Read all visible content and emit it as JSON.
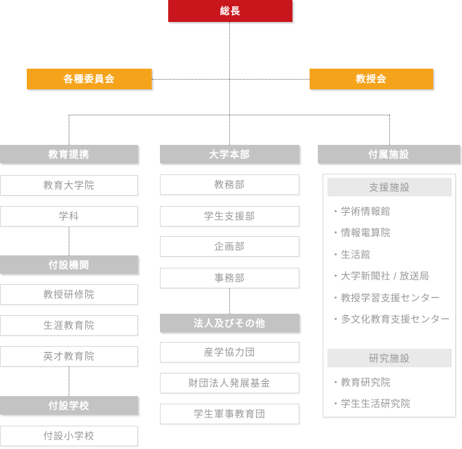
{
  "colors": {
    "root_red": "#c9161d",
    "level2_orange": "#f6a31c",
    "header_gray": "#c3c3c3",
    "subheader_gray": "#e9e9e9",
    "box_border": "#d8d8d8",
    "text_gray": "#979797",
    "connector_dot": "#5a5a5a"
  },
  "org": {
    "root": "総長",
    "committees": "各種委員会",
    "faculty_council": "教授会",
    "left": {
      "header1": "教育提携",
      "items1": [
        "教育大学院",
        "学科"
      ],
      "header2": "付設機関",
      "items2": [
        "教授研修院",
        "生涯教育院",
        "英才教育院"
      ],
      "header3": "付設学校",
      "items3": [
        "付設小学校"
      ]
    },
    "middle": {
      "header1": "大学本部",
      "items1": [
        "教務部",
        "学生支援部",
        "企画部",
        "事務部"
      ],
      "header2": "法人及びその他",
      "items2": [
        "産学協力団",
        "財団法人発展基金",
        "学生軍事教育団"
      ]
    },
    "right": {
      "header": "付属施設",
      "support_header": "支援施設",
      "support_items": [
        "・学術情報館",
        "・情報電算院",
        "・生活館",
        "・大学新聞社 / 放送局",
        "・教授学習支援センター",
        "・多文化教育支援センター"
      ],
      "research_header": "研究施設",
      "research_items": [
        "・教育研究院",
        "・学生生活研究院"
      ]
    }
  }
}
